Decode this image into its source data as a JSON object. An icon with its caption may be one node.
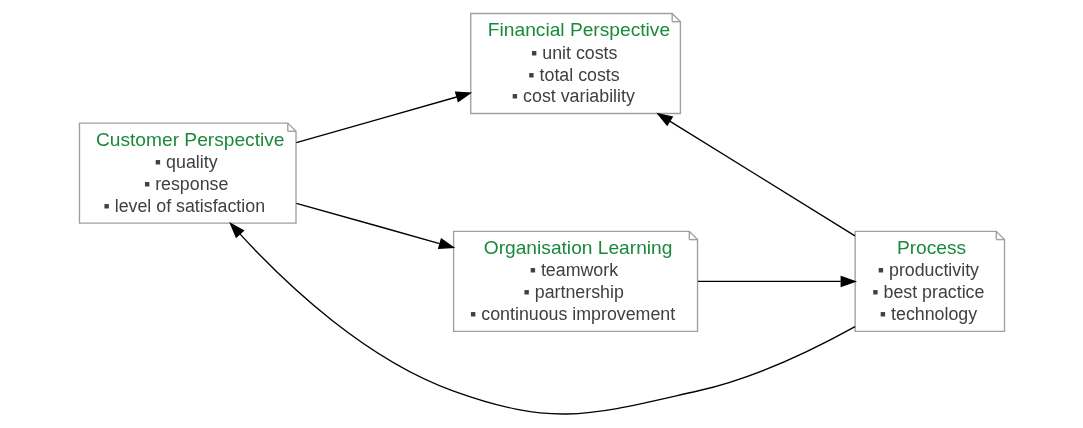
{
  "diagram": {
    "nodes": [
      {
        "text": [
          "Financial Perspective",
          "▪ unit costs",
          "▪ total costs",
          "▪ cost variability"
        ]
      },
      {
        "text": [
          "Customer Perspective",
          "▪ quality",
          "▪ response",
          "▪ level of satisfaction"
        ]
      },
      {
        "text": [
          "Process",
          "▪ productivity",
          "▪ best practice",
          "▪ technology"
        ]
      },
      {
        "text": [
          "Organisation Learning",
          "▪ teamwork",
          "▪ partnership",
          "▪ continuous improvement"
        ]
      }
    ],
    "edges": [
      {
        "from": 1,
        "to": 0,
        "arrow": "to"
      },
      {
        "from": 2,
        "to": 0,
        "arrow": "to"
      },
      {
        "from": 2,
        "to": 1,
        "arrow": "to"
      },
      {
        "from": 1,
        "to": 3,
        "arrow": "to"
      },
      {
        "from": 3,
        "to": 2,
        "arrow": "to"
      }
    ]
  }
}
